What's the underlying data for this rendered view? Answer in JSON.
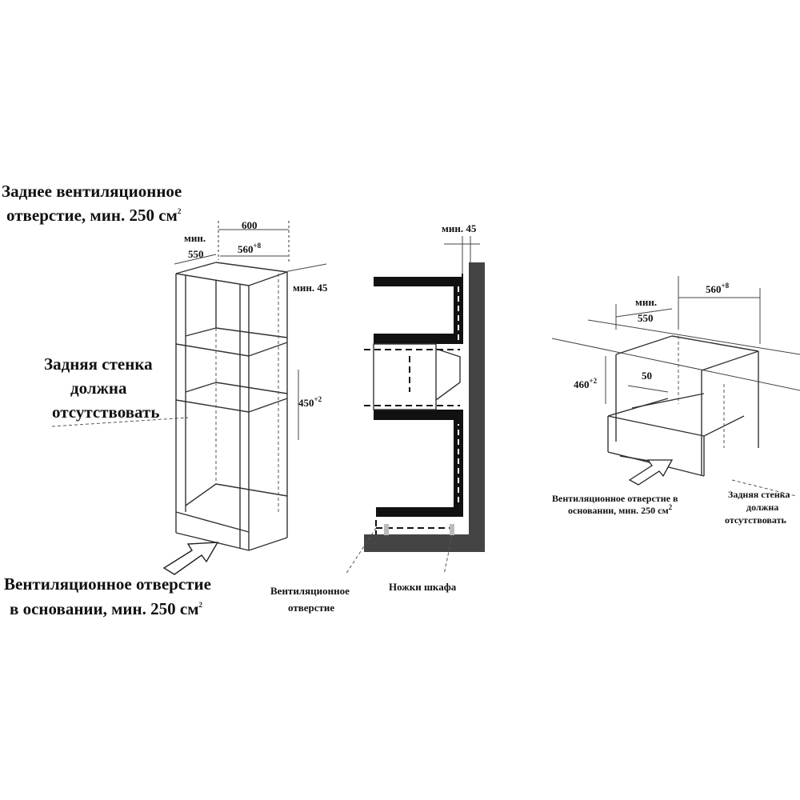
{
  "left_diagram": {
    "rear_vent_line1": "Заднее вентиляционное",
    "rear_vent_line2": "отверстие, мин. 250 см",
    "rear_vent_sup": "2",
    "back_wall_line1": "Задняя стенка",
    "back_wall_line2": "должна",
    "back_wall_line3": "отсутствовать",
    "base_vent_line1": "Вентиляционное отверстие",
    "base_vent_line2": "в основании, мин. 250 см",
    "base_vent_sup": "2",
    "dim_600": "600",
    "dim_min": "мин.",
    "dim_550": "550",
    "dim_560": "560",
    "dim_560_tol": "+8",
    "dim_min45": "мин. 45",
    "dim_450": "450",
    "dim_450_tol": "+2"
  },
  "middle_diagram": {
    "dim_min45": "мин. 45",
    "vent_line1": "Вентиляционное",
    "vent_line2": "отверстие",
    "legs_label": "Ножки шкафа"
  },
  "right_diagram": {
    "dim_560": "560",
    "dim_560_tol": "+8",
    "dim_min": "мин.",
    "dim_550": "550",
    "dim_460": "460",
    "dim_460_tol": "+2",
    "dim_50": "50",
    "base_vent_line1": "Вентиляционное отверстие в",
    "base_vent_line2": "основании, мин. 250 см",
    "base_vent_sup": "2",
    "back_wall_line1": "Задняя стенка",
    "back_wall_line2": "должна",
    "back_wall_line3": "отсутствовать"
  }
}
